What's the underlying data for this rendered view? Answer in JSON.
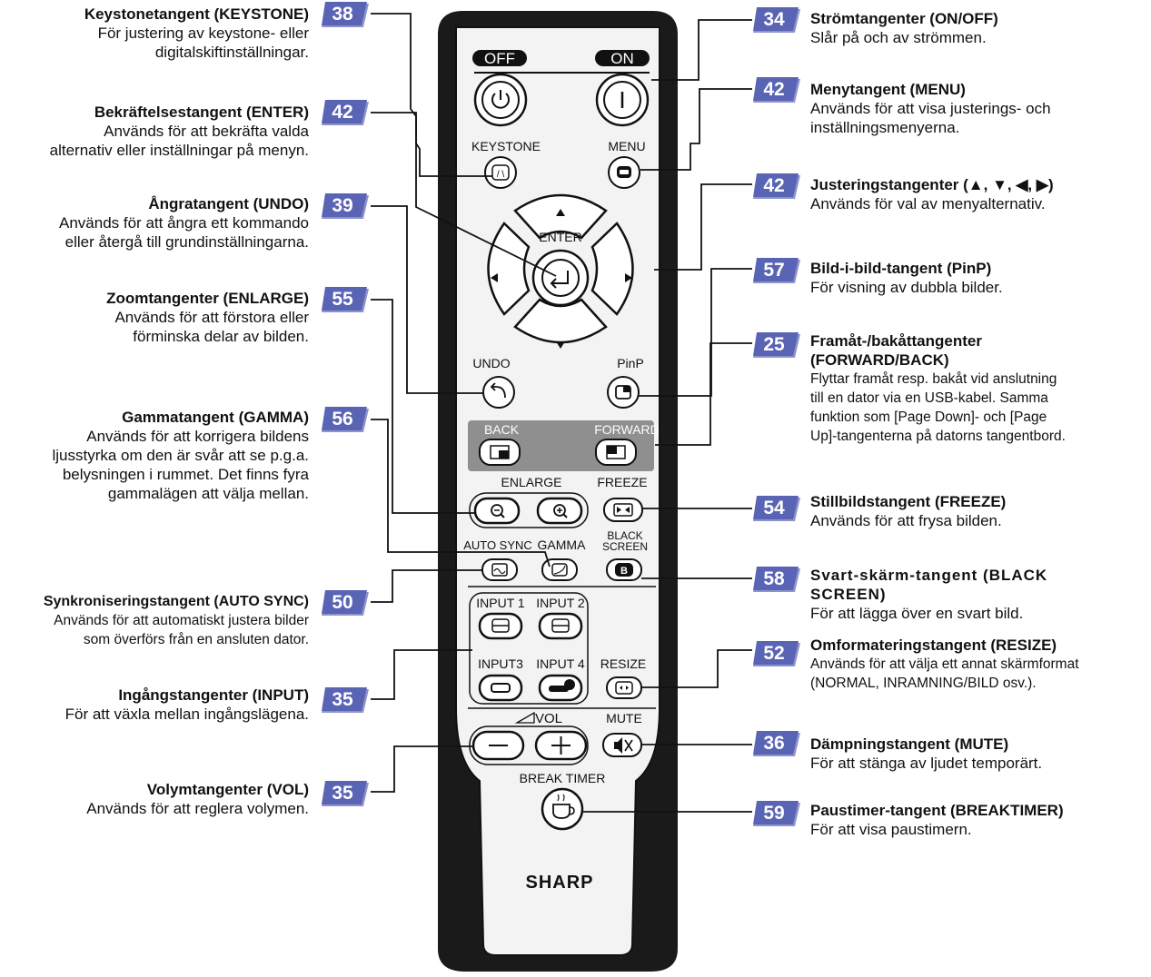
{
  "left_callouts": [
    {
      "page": "38",
      "title": "Keystonetangent (KEYSTONE)",
      "desc": [
        "För justering av keystone- eller",
        "digitalskiftinställningar."
      ]
    },
    {
      "page": "42",
      "title": "Bekräftelsestangent (ENTER)",
      "desc": [
        "Används för att bekräfta valda",
        "alternativ eller inställningar på menyn."
      ]
    },
    {
      "page": "39",
      "title": "Ångratangent (UNDO)",
      "desc": [
        "Används för att ångra ett kommando",
        "eller återgå till grundinställningarna."
      ]
    },
    {
      "page": "55",
      "title": "Zoomtangenter (ENLARGE)",
      "desc": [
        "Används för att förstora eller",
        "förminska delar av bilden."
      ]
    },
    {
      "page": "56",
      "title": "Gammatangent (GAMMA)",
      "desc": [
        "Används för att korrigera bildens",
        "ljusstyrka om den är svår att se p.g.a.",
        "belysningen i rummet. Det finns fyra",
        "gammalägen att välja mellan."
      ]
    },
    {
      "page": "50",
      "title": "Synkroniseringstangent (AUTO SYNC)",
      "desc": [
        "Används för att automatiskt justera bilder",
        "som överförs från en ansluten dator."
      ]
    },
    {
      "page": "35",
      "title": "Ingångstangenter  (INPUT)",
      "desc": [
        "För att växla mellan ingångslägena."
      ]
    },
    {
      "page": "35",
      "title": "Volymtangenter (VOL)",
      "desc": [
        "Används för att reglera volymen."
      ]
    }
  ],
  "right_callouts": [
    {
      "page": "34",
      "title": "Strömtangenter (ON/OFF)",
      "desc": [
        "Slår på och av strömmen."
      ]
    },
    {
      "page": "42",
      "title": "Menytangent (MENU)",
      "desc": [
        "Används för att visa justerings- och",
        "inställningsmenyerna."
      ]
    },
    {
      "page": "42",
      "title": "Justeringstangenter (▲, ▼, ◀, ▶)",
      "desc": [
        "Används för val av menyalternativ."
      ]
    },
    {
      "page": "57",
      "title": "Bild-i-bild-tangent  (PinP)",
      "desc": [
        "För visning av dubbla bilder."
      ]
    },
    {
      "page": "25",
      "title": "Framåt-/bakåttangenter\n(FORWARD/BACK)",
      "desc": [
        "Flyttar framåt resp. bakåt vid anslutning",
        "till en dator via en USB-kabel. Samma",
        "funktion som [Page Down]- och [Page",
        "Up]-tangenterna på datorns tangentbord."
      ]
    },
    {
      "page": "54",
      "title": "Stillbildstangent (FREEZE)",
      "desc": [
        "Används för att frysa bilden."
      ]
    },
    {
      "page": "58",
      "title": "Svart-skärm-tangent  (BLACK\nSCREEN)",
      "desc": [
        "För att lägga över en svart bild."
      ]
    },
    {
      "page": "52",
      "title": "Omformateringstangent (RESIZE)",
      "desc": [
        "Används för att välja ett annat skärmformat",
        "(NORMAL, INRAMNING/BILD osv.)."
      ]
    },
    {
      "page": "36",
      "title": "Dämpningstangent (MUTE)",
      "desc": [
        "För att stänga av ljudet temporärt."
      ]
    },
    {
      "page": "59",
      "title": "Paustimer-tangent (BREAKTIMER)",
      "desc": [
        "För att visa paustimern."
      ]
    }
  ],
  "remote": {
    "off": "OFF",
    "on": "ON",
    "keystone": "KEYSTONE",
    "menu": "MENU",
    "enter": "ENTER",
    "undo": "UNDO",
    "pinp": "PinP",
    "back": "BACK",
    "forward": "FORWARD",
    "enlarge": "ENLARGE",
    "freeze": "FREEZE",
    "auto_sync": "AUTO SYNC",
    "gamma": "GAMMA",
    "black_screen": "BLACK\nSCREEN",
    "input1": "INPUT 1",
    "input2": "INPUT 2",
    "input3": "INPUT3",
    "input4": "INPUT 4",
    "resize": "RESIZE",
    "vol": "VOL",
    "mute": "MUTE",
    "break_timer": "BREAK TIMER",
    "brand": "SHARP"
  },
  "colors": {
    "badge": "#5a64b4",
    "badge_shadow": "#8d94cc",
    "remote_body": "#f2f2f2",
    "panel": "#8f8f8f"
  }
}
